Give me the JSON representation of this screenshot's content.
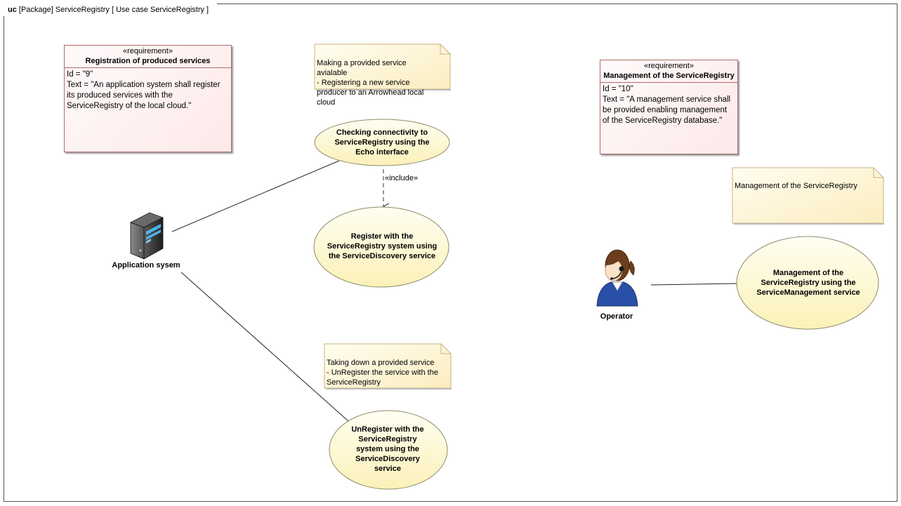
{
  "frame": {
    "kind": "uc",
    "title": "[Package] ServiceRegistry [ Use case ServiceRegistry  ]"
  },
  "requirements": {
    "registration": {
      "stereotype": "«requirement»",
      "name": "Registration of produced services",
      "id": "Id = \"9\"",
      "text": "Text = \"An application system shall register its produced services with the ServiceRegistry of the local cloud.\""
    },
    "management": {
      "stereotype": "«requirement»",
      "name": "Management of the ServiceRegistry",
      "id": "Id = \"10\"",
      "text": "Text = \"A management service shall be provided enabling management of the ServiceRegistry database.\""
    }
  },
  "notes": {
    "making_available": "Making a provided service avialable\n- Registering a new service producer to an Arrowhead local cloud",
    "management": "Management of the ServiceRegistry",
    "taking_down": "Taking down a provided service\n- UnRegister the service with the ServiceRegistry"
  },
  "use_cases": {
    "echo": "Checking connectivity to ServiceRegistry using the Echo interface",
    "register": "Register with the ServiceRegistry system using the  ServiceDiscovery service",
    "unregister": "UnRegister with the ServiceRegistry system using the ServiceDiscovery service",
    "management": "Management of the ServiceRegistry using the ServiceManagement service"
  },
  "actors": {
    "application_system": "Application sysem",
    "operator": "Operator"
  },
  "relations": {
    "include": "«include»"
  },
  "icons": {
    "application_system": "server-tower-icon",
    "operator": "operator-headset-icon"
  },
  "colors": {
    "use_case_fill": "#fdf8d0",
    "note_fill": "#fdf3c8",
    "requirement_fill": "#fde9e9"
  }
}
